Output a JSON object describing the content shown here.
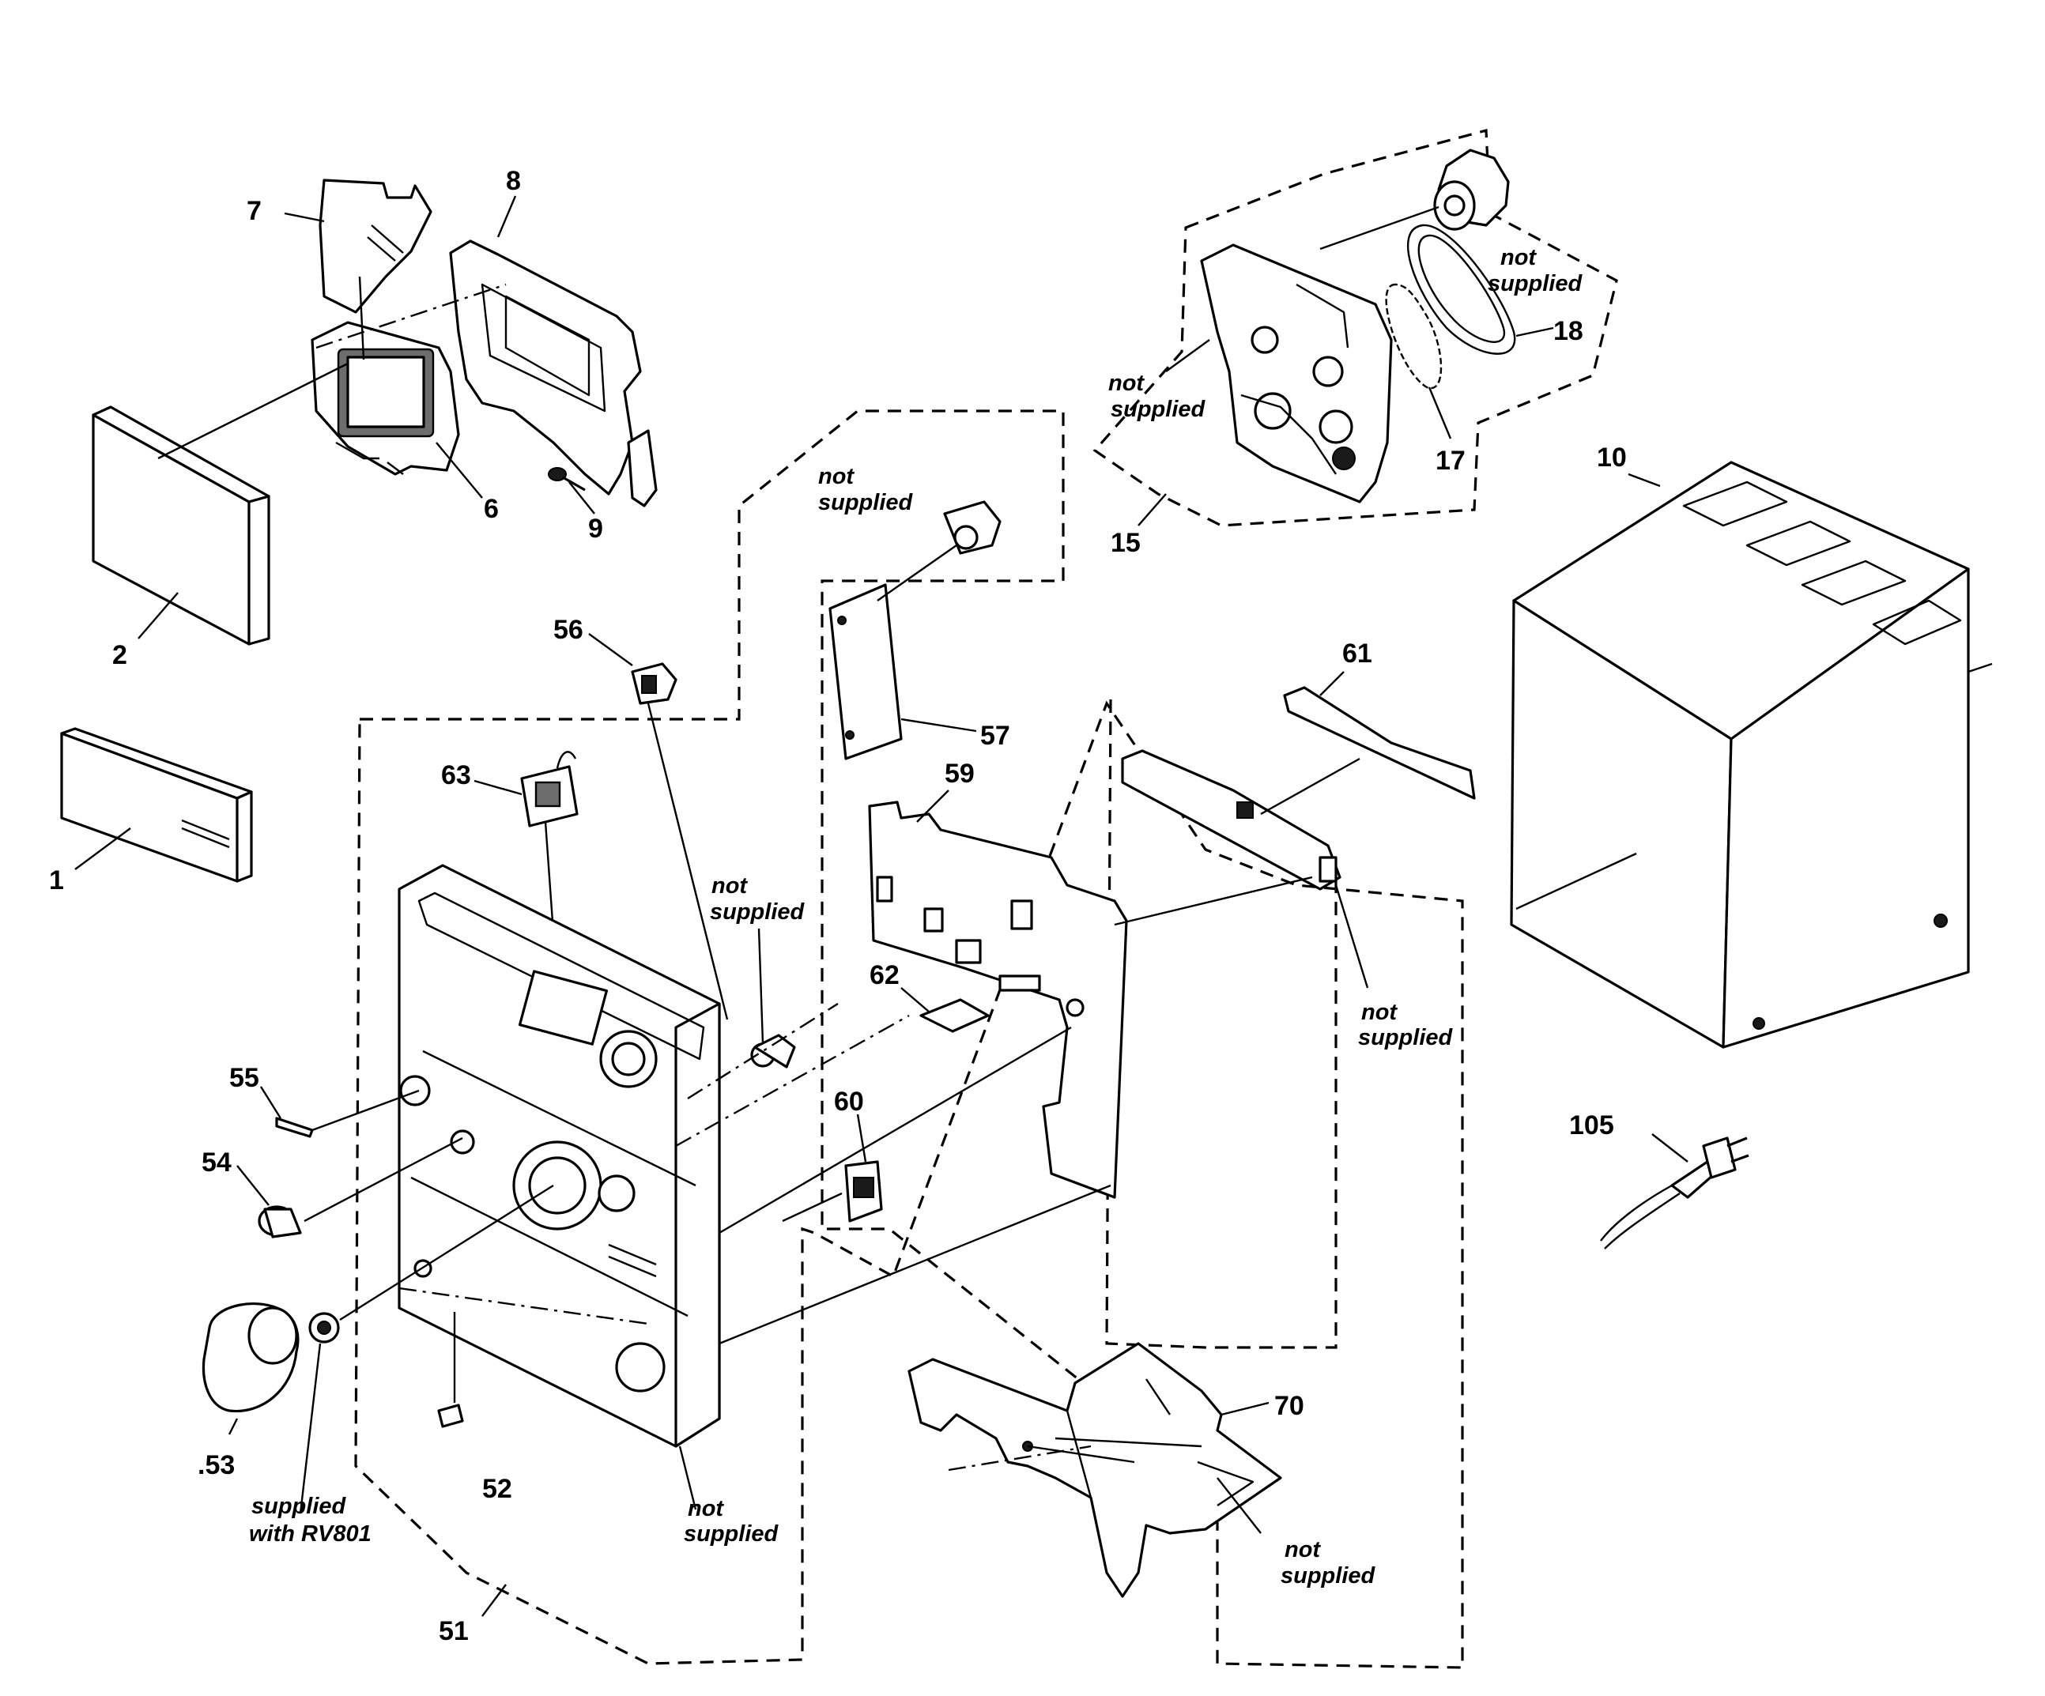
{
  "diagram": {
    "part_numbers": {
      "p1": "1",
      "p2": "2",
      "p6": "6",
      "p7": "7",
      "p8": "8",
      "p9": "9",
      "p10": "10",
      "p15": "15",
      "p17": "17",
      "p18": "18",
      "p51": "51",
      "p52": "52",
      "p53": ".53",
      "p54": "54",
      "p55": "55",
      "p56": "56",
      "p57": "57",
      "p59": "59",
      "p60": "60",
      "p61": "61",
      "p62": "62",
      "p63": "63",
      "p70": "70",
      "p105": "105"
    },
    "notes": {
      "not": "not",
      "supplied": "supplied",
      "supplied_with": "supplied",
      "with_rv801": "with RV801"
    }
  }
}
